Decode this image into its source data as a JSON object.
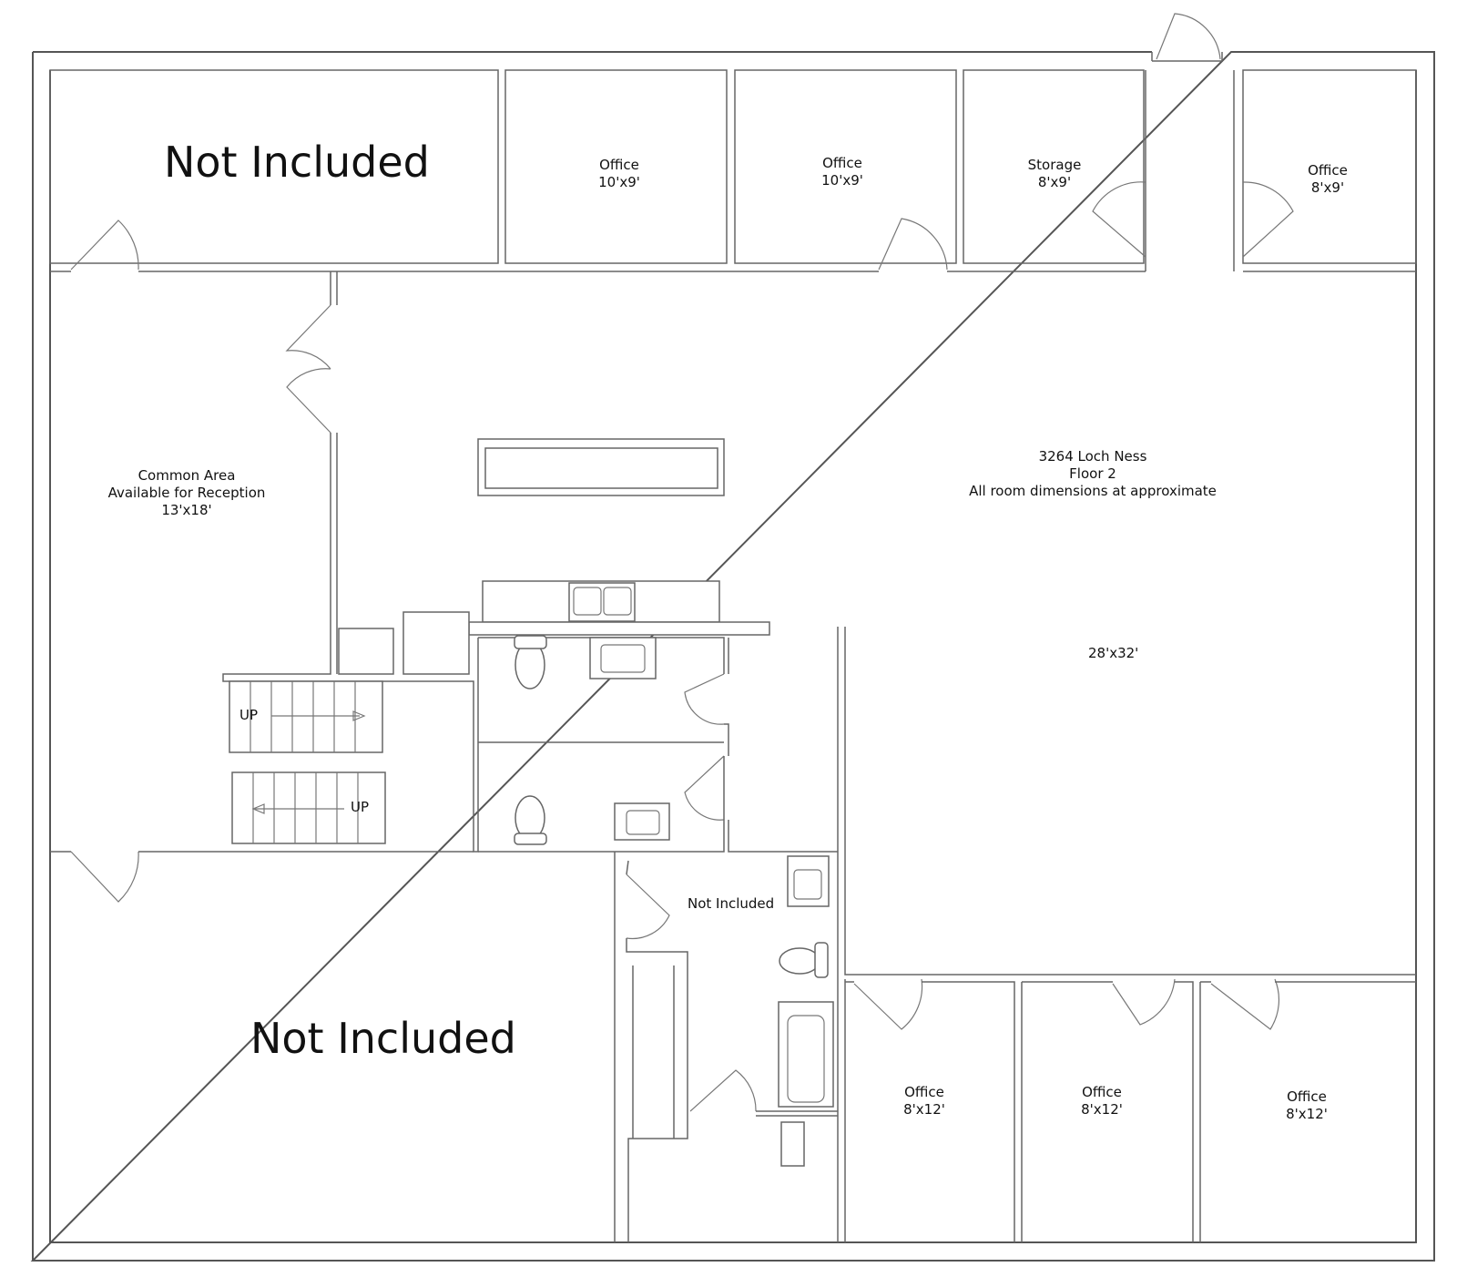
{
  "rooms": {
    "not_included_top": {
      "label": "Not Included"
    },
    "office_1": {
      "label": "Office",
      "dims": "10'x9'"
    },
    "office_2": {
      "label": "Office",
      "dims": "10'x9'"
    },
    "storage": {
      "label": "Storage",
      "dims": "8'x9'"
    },
    "office_3": {
      "label": "Office",
      "dims": "8'x9'"
    },
    "common_area": {
      "line1": "Common Area",
      "line2": "Available for Reception",
      "dims": "13'x18'"
    },
    "main_area": {
      "line1": "3264 Loch Ness",
      "line2": "Floor 2",
      "line3": "All room dimensions at approximate",
      "dims": "28'x32'"
    },
    "not_included_bath": {
      "label": "Not Included"
    },
    "not_included_bottom": {
      "label": "Not Included"
    },
    "office_4": {
      "label": "Office",
      "dims": "8'x12'"
    },
    "office_5": {
      "label": "Office",
      "dims": "8'x12'"
    },
    "office_6": {
      "label": "Office",
      "dims": "8'x12'"
    }
  },
  "stairs": {
    "up_label_1": "UP",
    "up_label_2": "UP"
  }
}
